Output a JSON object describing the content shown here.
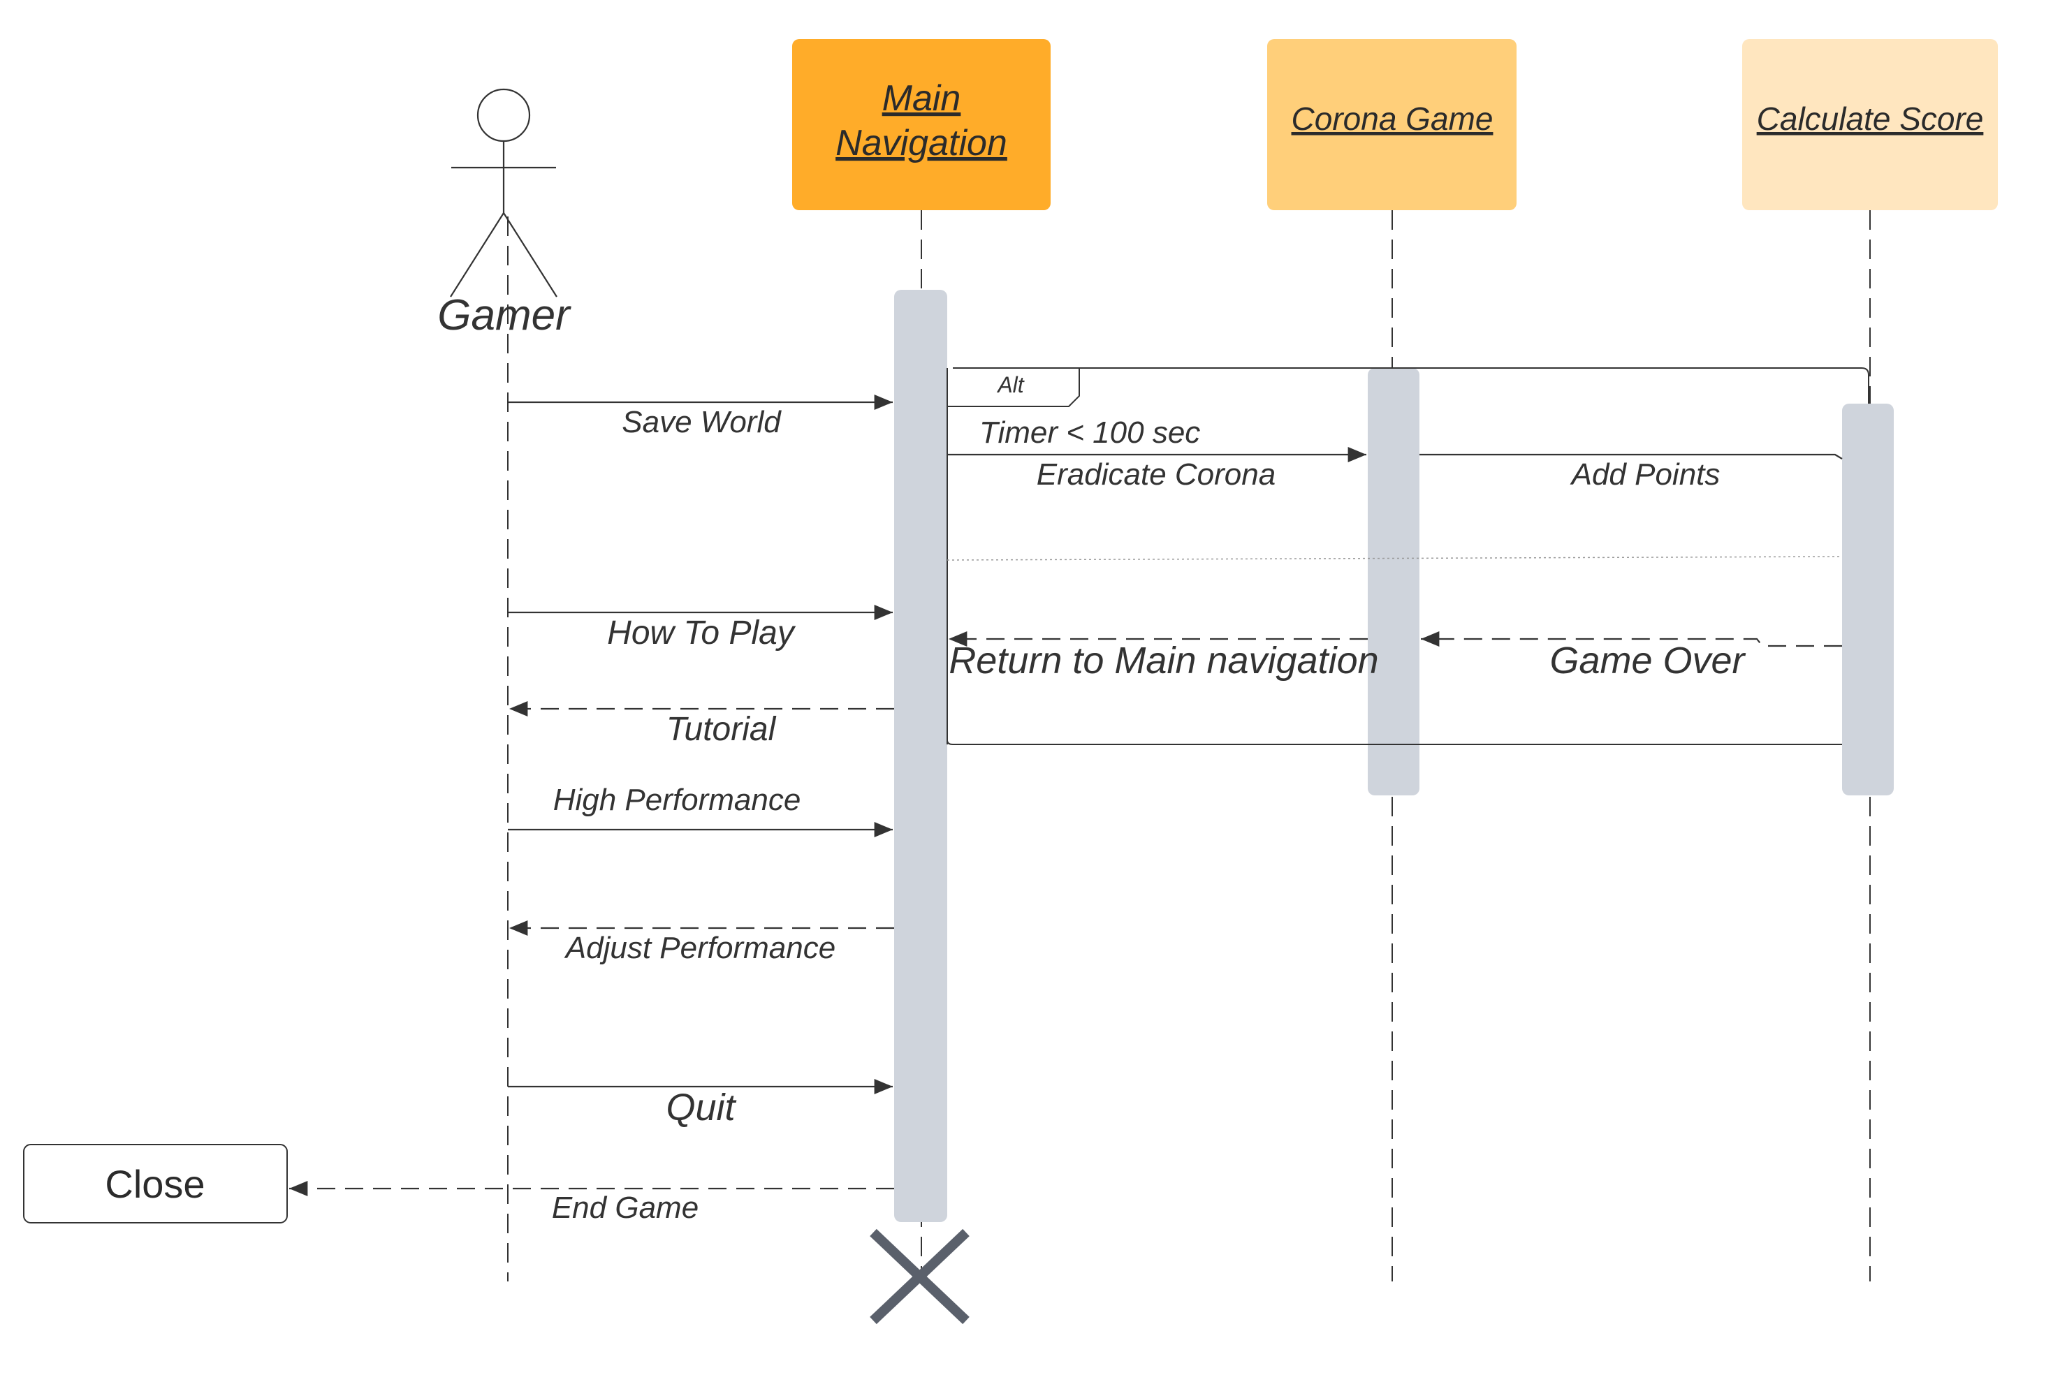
{
  "actor": {
    "label": "Gamer"
  },
  "lifelines": {
    "main_nav": {
      "line1": "Main",
      "line2": "Navigation",
      "color": "#FFAC29"
    },
    "corona_game": {
      "label": "Corona Game",
      "color": "#FFCF7A"
    },
    "calculate_score": {
      "label": "Calculate Score",
      "color": "#FFE6BF"
    }
  },
  "fragment": {
    "operator": "Alt",
    "guard": "Timer < 100 sec"
  },
  "messages": {
    "save_world": "Save World",
    "eradicate_corona": "Eradicate Corona",
    "add_points": "Add Points",
    "how_to_play": "How To Play",
    "return_to_main": "Return to Main navigation",
    "game_over": "Game Over",
    "tutorial": "Tutorial",
    "high_performance": "High Performance",
    "adjust_performance": "Adjust Performance",
    "quit": "Quit",
    "end_game": "End Game"
  },
  "close_box": {
    "label": "Close"
  },
  "colors": {
    "activation": "#CFD4DC",
    "line": "#333333",
    "destroy": "#5A606B"
  }
}
